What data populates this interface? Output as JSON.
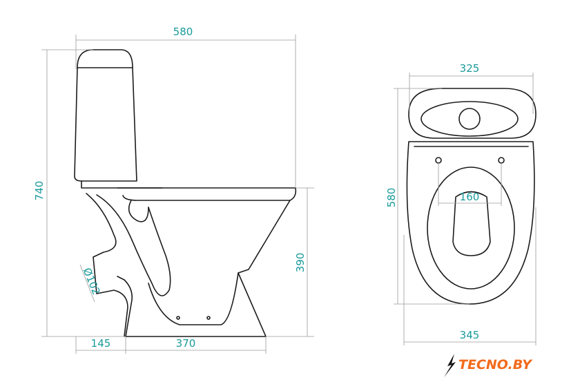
{
  "title": "Toilet dimensions drawing",
  "colors": {
    "dimension_text": "#1a9a9a",
    "outline": "#1b1b1b",
    "logo": "#f26a1b"
  },
  "side_view": {
    "overall_width": "580",
    "overall_height": "740",
    "bowl_height": "390",
    "outlet_offset": "145",
    "base_length": "370",
    "outlet_diameter": "Ø102"
  },
  "top_view": {
    "tank_width": "325",
    "overall_depth": "580",
    "bowl_width": "345",
    "hole_spacing": "160"
  },
  "logo": {
    "text": "TECNO.BY"
  }
}
